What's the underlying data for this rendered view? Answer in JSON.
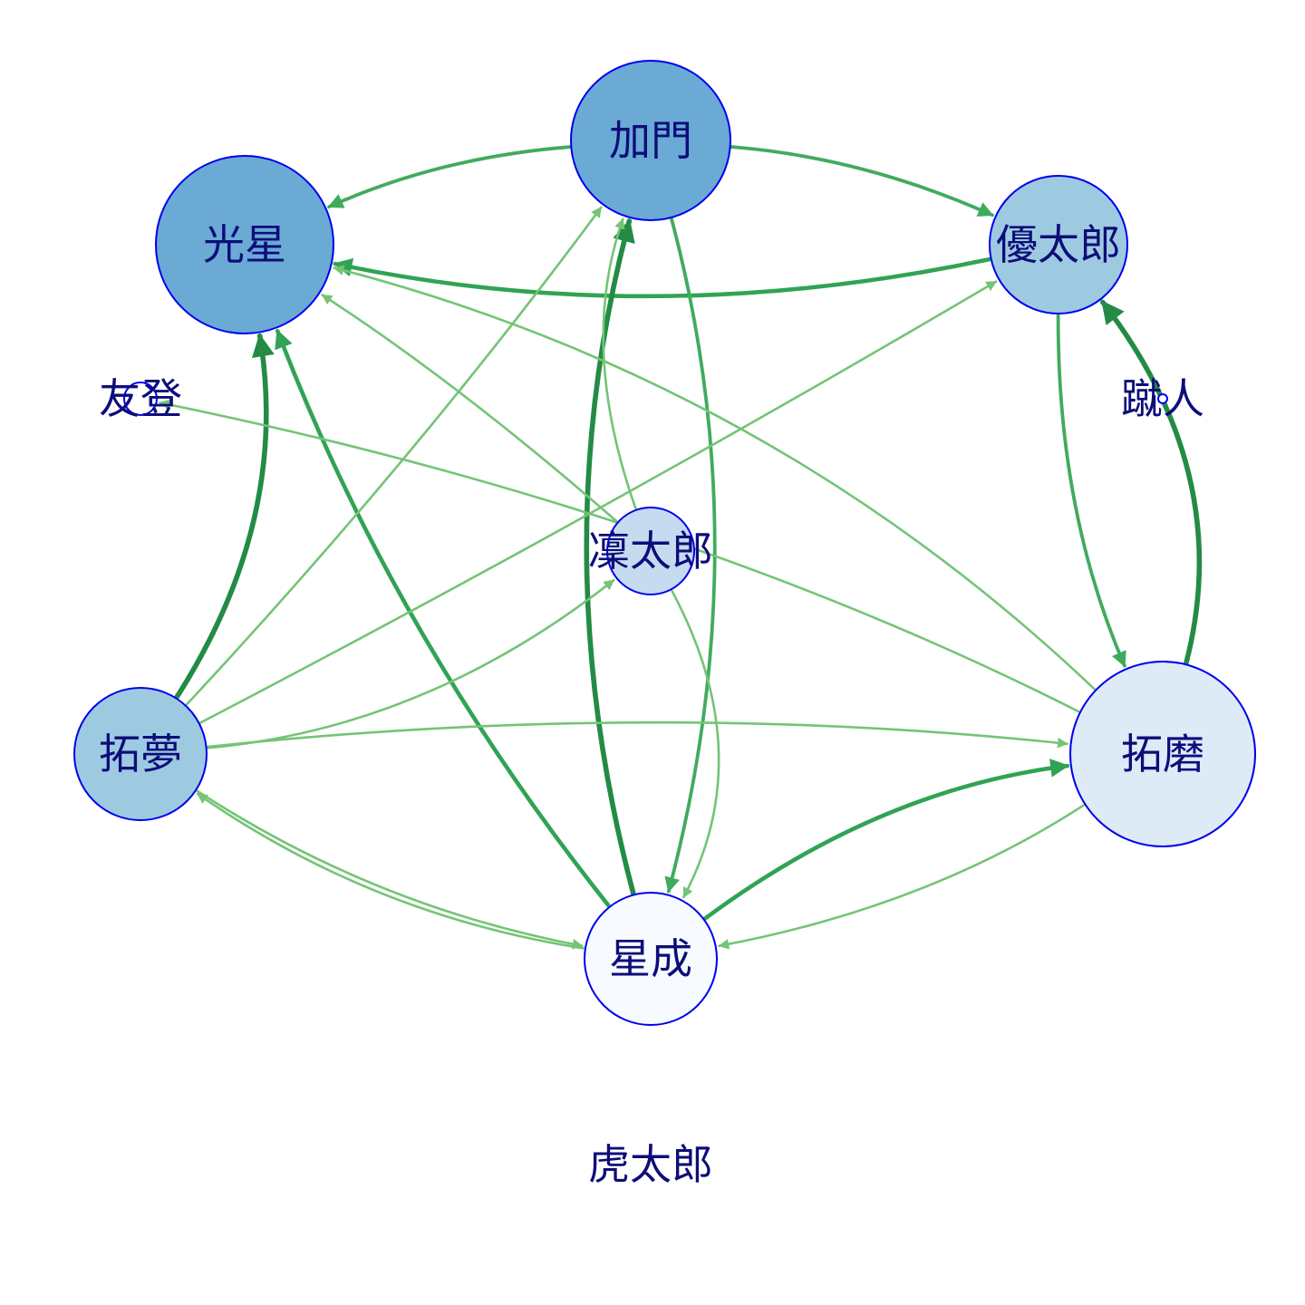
{
  "nodes": [
    {
      "id": "kamon",
      "label": "加門",
      "fill": "#6aaad5"
    },
    {
      "id": "kosei",
      "label": "光星",
      "fill": "#6aaad5"
    },
    {
      "id": "yutaro",
      "label": "優太郎",
      "fill": "#9ecae1"
    },
    {
      "id": "tomo",
      "label": "友登",
      "fill": "#ffffff"
    },
    {
      "id": "shuto",
      "label": "蹴人",
      "fill": "#ffffff"
    },
    {
      "id": "rintaro",
      "label": "凜太郎",
      "fill": "#c6dbef"
    },
    {
      "id": "takumu",
      "label": "拓夢",
      "fill": "#9ecae1"
    },
    {
      "id": "takuma",
      "label": "拓磨",
      "fill": "#deebf7"
    },
    {
      "id": "seina",
      "label": "星成",
      "fill": "#f7fbff"
    },
    {
      "id": "kotaro",
      "label": "虎太郎",
      "fill": "#ffffff"
    }
  ],
  "edges": [
    {
      "from": "kamon",
      "to": "kosei",
      "weight": 3,
      "color": "#41ab5d"
    },
    {
      "from": "yutaro",
      "to": "kosei",
      "weight": 4,
      "color": "#31a354"
    },
    {
      "from": "kamon",
      "to": "yutaro",
      "weight": 3,
      "color": "#41ab5d"
    },
    {
      "from": "kamon",
      "to": "seina",
      "weight": 3,
      "color": "#41ab5d"
    },
    {
      "from": "seina",
      "to": "kamon",
      "weight": 5,
      "color": "#238b45"
    },
    {
      "from": "takumu",
      "to": "kosei",
      "weight": 5,
      "color": "#238b45"
    },
    {
      "from": "seina",
      "to": "kosei",
      "weight": 4,
      "color": "#31a354"
    },
    {
      "from": "takumu",
      "to": "kamon",
      "weight": 2,
      "color": "#74c476"
    },
    {
      "from": "takumu",
      "to": "yutaro",
      "weight": 2,
      "color": "#74c476"
    },
    {
      "from": "takumu",
      "to": "rintaro",
      "weight": 2,
      "color": "#74c476"
    },
    {
      "from": "takumu",
      "to": "takuma",
      "weight": 2,
      "color": "#74c476"
    },
    {
      "from": "takumu",
      "to": "seina",
      "weight": 2,
      "color": "#74c476"
    },
    {
      "from": "seina",
      "to": "takumu",
      "weight": 2,
      "color": "#74c476"
    },
    {
      "from": "takuma",
      "to": "yutaro",
      "weight": 5,
      "color": "#238b45"
    },
    {
      "from": "yutaro",
      "to": "takuma",
      "weight": 3,
      "color": "#41ab5d"
    },
    {
      "from": "seina",
      "to": "takuma",
      "weight": 4,
      "color": "#31a354"
    },
    {
      "from": "takuma",
      "to": "seina",
      "weight": 2,
      "color": "#74c476"
    },
    {
      "from": "takuma",
      "to": "kosei",
      "weight": 2,
      "color": "#74c476"
    },
    {
      "from": "takuma",
      "to": "tomo",
      "weight": 2,
      "color": "#74c476"
    },
    {
      "from": "rintaro",
      "to": "kosei",
      "weight": 2,
      "color": "#74c476"
    },
    {
      "from": "rintaro",
      "to": "seina",
      "weight": 2,
      "color": "#74c476"
    },
    {
      "from": "rintaro",
      "to": "kamon",
      "weight": 2,
      "color": "#74c476"
    }
  ]
}
